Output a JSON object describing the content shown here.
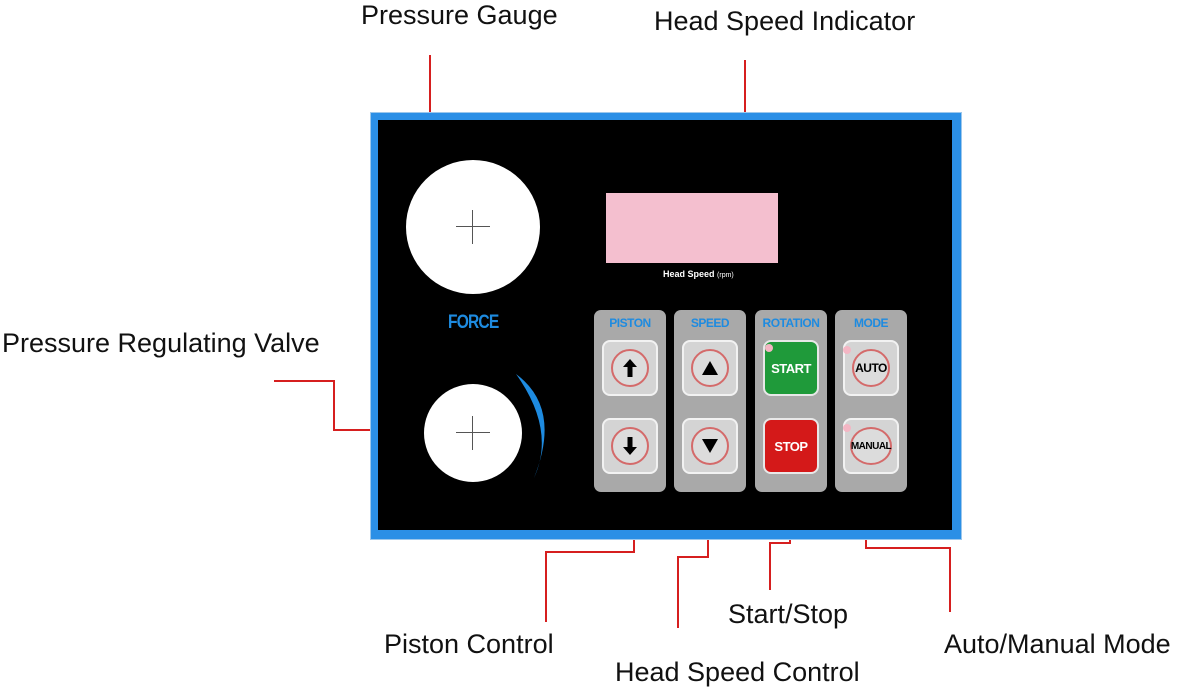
{
  "callouts": {
    "pressure_gauge": "Pressure Gauge",
    "head_speed_indicator": "Head Speed Indicator",
    "pressure_regulating_valve": "Pressure Regulating Valve",
    "piston_control": "Piston Control",
    "head_speed_control": "Head Speed Control",
    "start_stop": "Start/Stop",
    "auto_manual_mode": "Auto/Manual Mode"
  },
  "panel": {
    "force_label": "FORCE",
    "display_label": "Head Speed",
    "display_unit": "(rpm)",
    "groups": {
      "piston": {
        "title": "PISTON"
      },
      "speed": {
        "title": "SPEED"
      },
      "rotation": {
        "title": "ROTATION",
        "start": "START",
        "stop": "STOP"
      },
      "mode": {
        "title": "MODE",
        "auto": "AUTO",
        "manual": "MANUAL"
      }
    }
  },
  "colors": {
    "callout_line": "#d61f1f",
    "panel_border": "#2b8fe6",
    "panel_bg": "#000000",
    "label_blue": "#1e8be0",
    "display": "#f4bfcf",
    "start": "#1f9a3a",
    "stop": "#d41919"
  }
}
